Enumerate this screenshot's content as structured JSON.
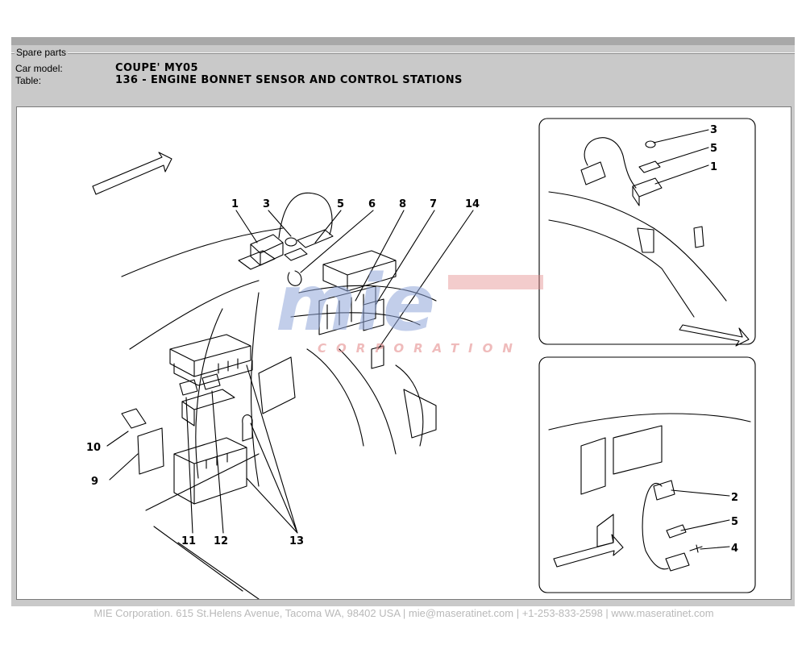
{
  "header": {
    "section_title": "Spare parts",
    "car_model_label": "Car model:",
    "car_model_value": "COUPE' MY05",
    "table_label": "Table:",
    "table_value": "136 - ENGINE BONNET SENSOR AND CONTROL STATIONS"
  },
  "diagram": {
    "watermark": {
      "logo_text": "mie",
      "subtext": "CORPORATION"
    },
    "main_callouts": [
      "1",
      "3",
      "5",
      "6",
      "8",
      "7",
      "14",
      "10",
      "9",
      "11",
      "12",
      "13"
    ],
    "inset_top_callouts": [
      "3",
      "5",
      "1"
    ],
    "inset_bottom_callouts": [
      "2",
      "5",
      "4"
    ]
  },
  "footer": {
    "text": "MIE Corporation. 615 St.Helens Avenue, Tacoma WA, 98402 USA  |  mie@maseratinet.com  |  +1-253-833-2598  |  www.maseratinet.com"
  }
}
